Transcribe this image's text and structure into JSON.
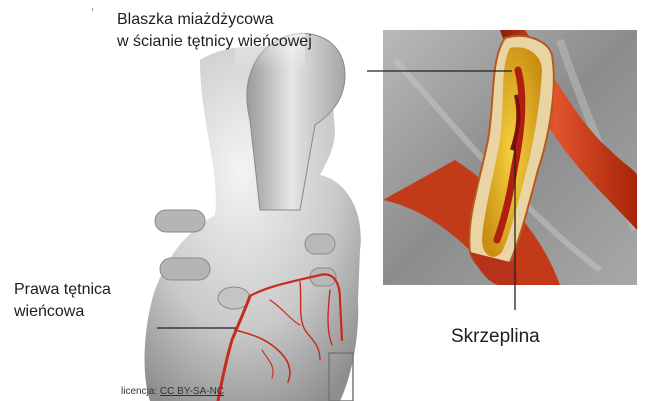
{
  "labels": {
    "plaque_line1": "Blaszka miażdżycowa",
    "plaque_line2": "w ścianie tętnicy wieńcowej",
    "rca_line1": "Prawa tętnica",
    "rca_line2": "wieńcowa",
    "clot": "Skrzeplina"
  },
  "license": {
    "prefix": "licencja:",
    "link": "CC BY-SA-NC"
  }
}
